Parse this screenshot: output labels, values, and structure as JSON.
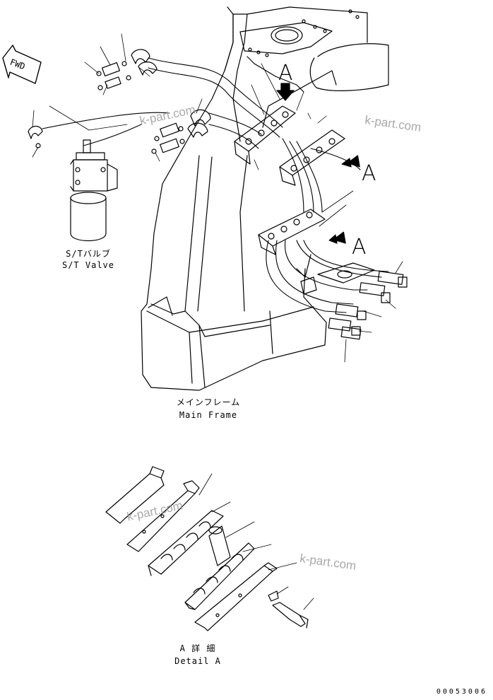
{
  "labels": {
    "st_valve_jp": "S/Tバルブ",
    "st_valve_en": "S/T Valve",
    "main_frame_jp": "メインフレーム",
    "main_frame_en": "Main Frame",
    "detail_jp": "A 詳 細",
    "detail_en": "Detail A",
    "fwd": "FWD",
    "view_a_1": "A",
    "view_a_2": "A",
    "view_a_3": "A"
  },
  "watermarks": [
    "k-part.com",
    "k-part.com",
    "k-part.com",
    "k-part.com"
  ],
  "drawing_code": "00053006"
}
